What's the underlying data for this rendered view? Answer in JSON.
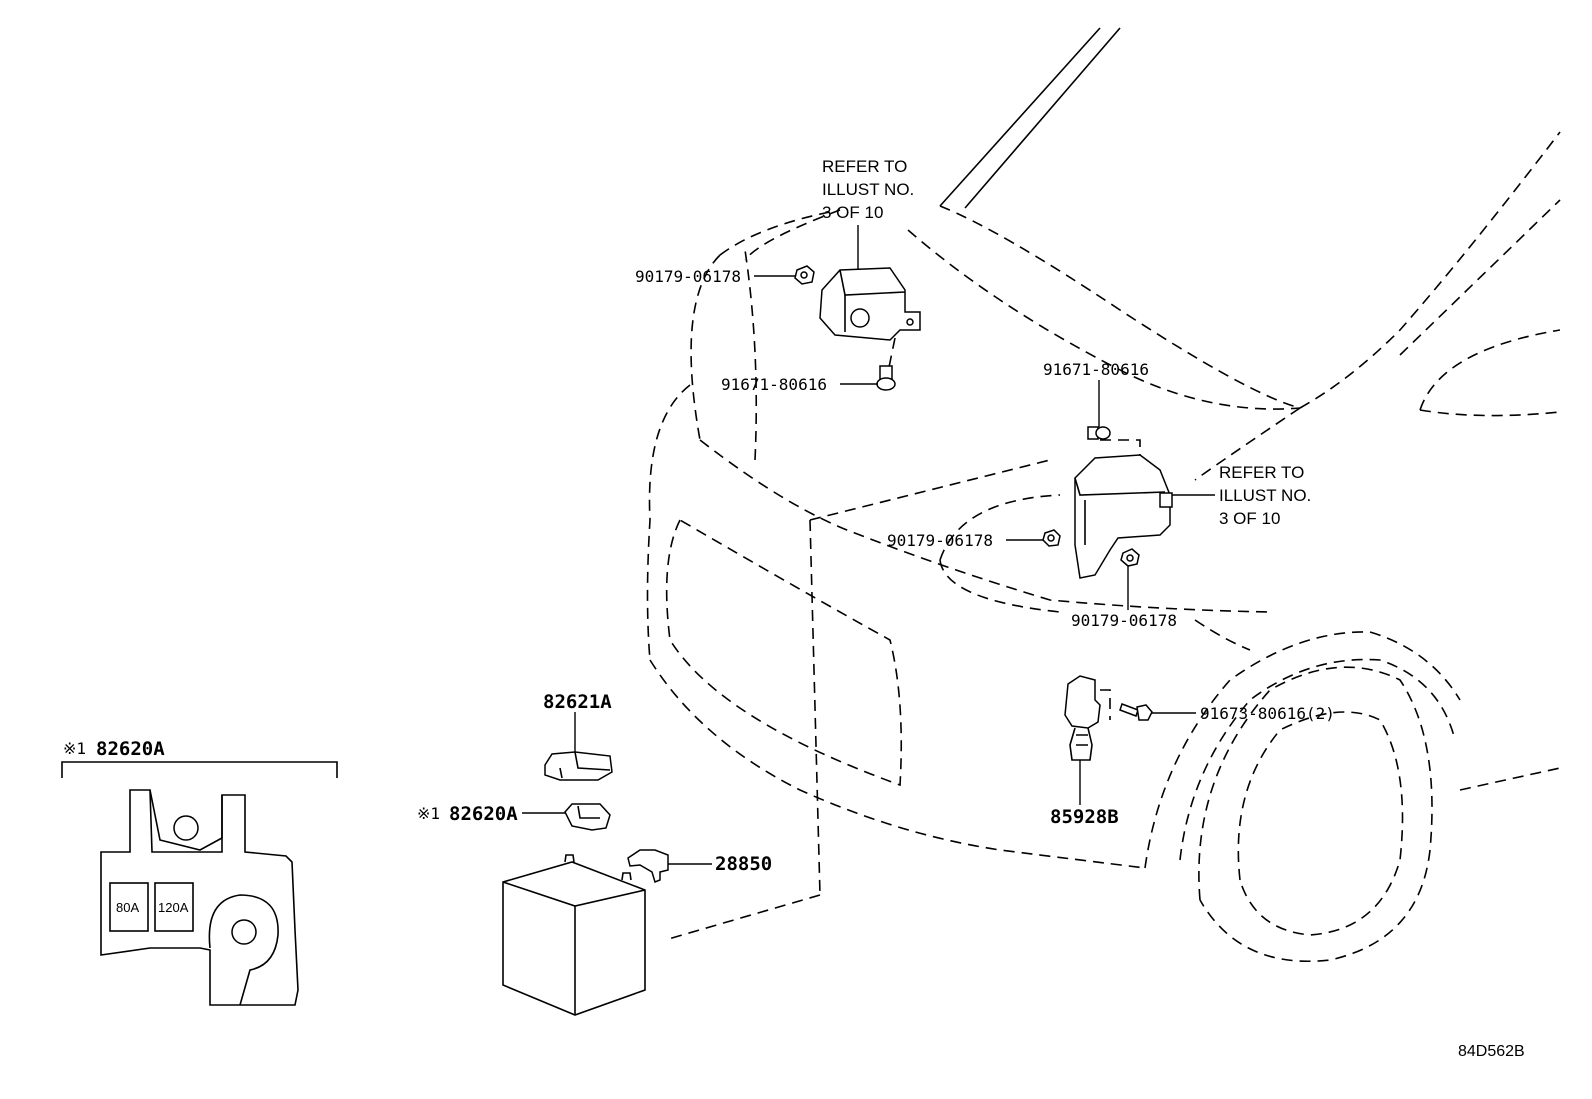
{
  "diagram": {
    "code": "84D562B",
    "refer_notes": [
      {
        "line1": "REFER TO",
        "line2": "ILLUST NO.",
        "line3": "3 OF 10"
      },
      {
        "line1": "REFER TO",
        "line2": "ILLUST NO.",
        "line3": "3 OF 10"
      }
    ],
    "labels": {
      "nut_upper": "90179-06178",
      "bolt_upper": "91671-80616",
      "bolt_right": "91671-80616",
      "nut_mid_left": "90179-06178",
      "nut_mid_bottom": "90179-06178",
      "bolt_horn": "91673-80616(2)",
      "horn": "85928B",
      "fuse_cover": "82621A",
      "fuse_block_prefix": "※1",
      "fuse_block": "82620A",
      "terminal": "28850",
      "detail_prefix": "※1",
      "detail_title": "82620A"
    },
    "fuses": [
      "80A",
      "120A"
    ]
  }
}
